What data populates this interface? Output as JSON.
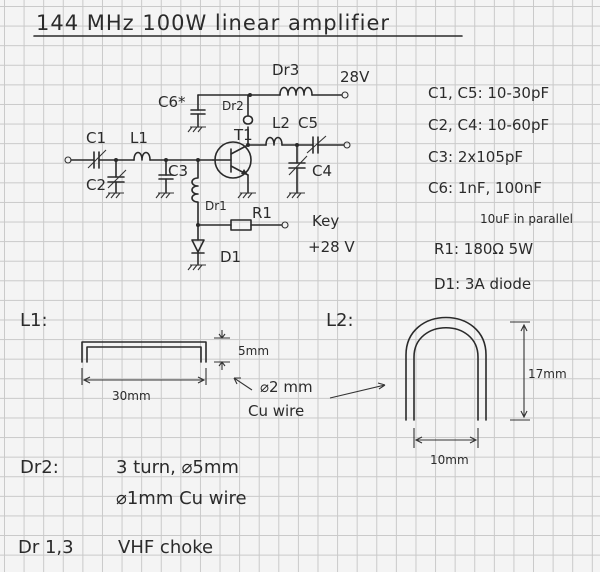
{
  "title": "144 MHz 100W linear amplifier",
  "schematic": {
    "labels": {
      "c1": "C1",
      "c2": "C2",
      "c3": "C3",
      "c4": "C4",
      "c5": "C5",
      "c6": "C6*",
      "l1": "L1",
      "l2": "L2",
      "t1": "T1",
      "dr1": "Dr1",
      "dr2": "Dr2",
      "dr3": "Dr3",
      "r1": "R1",
      "d1": "D1",
      "supply": "28V",
      "key": "Key",
      "key_voltage": "+28 V"
    }
  },
  "parts_list": [
    "C1, C5: 10-30pF",
    "C2, C4: 10-60pF",
    "C3: 2x105pF",
    "C6: 1nF, 100nF",
    "10uF in parallel",
    "R1: 180Ω 5W",
    "D1: 3A diode"
  ],
  "coils": {
    "l1_title": "L1:",
    "l1_height": "5mm",
    "l1_length": "30mm",
    "wire_diameter": "⌀2 mm",
    "wire_material": "Cu wire",
    "l2_title": "L2:",
    "l2_height": "17mm",
    "l2_width": "10mm"
  },
  "notes": {
    "dr2_label": "Dr2:",
    "dr2_line1": "3 turn, ⌀5mm",
    "dr2_line2": "⌀1mm Cu wire",
    "dr13_label": "Dr 1,3",
    "dr13_text": "VHF choke"
  }
}
